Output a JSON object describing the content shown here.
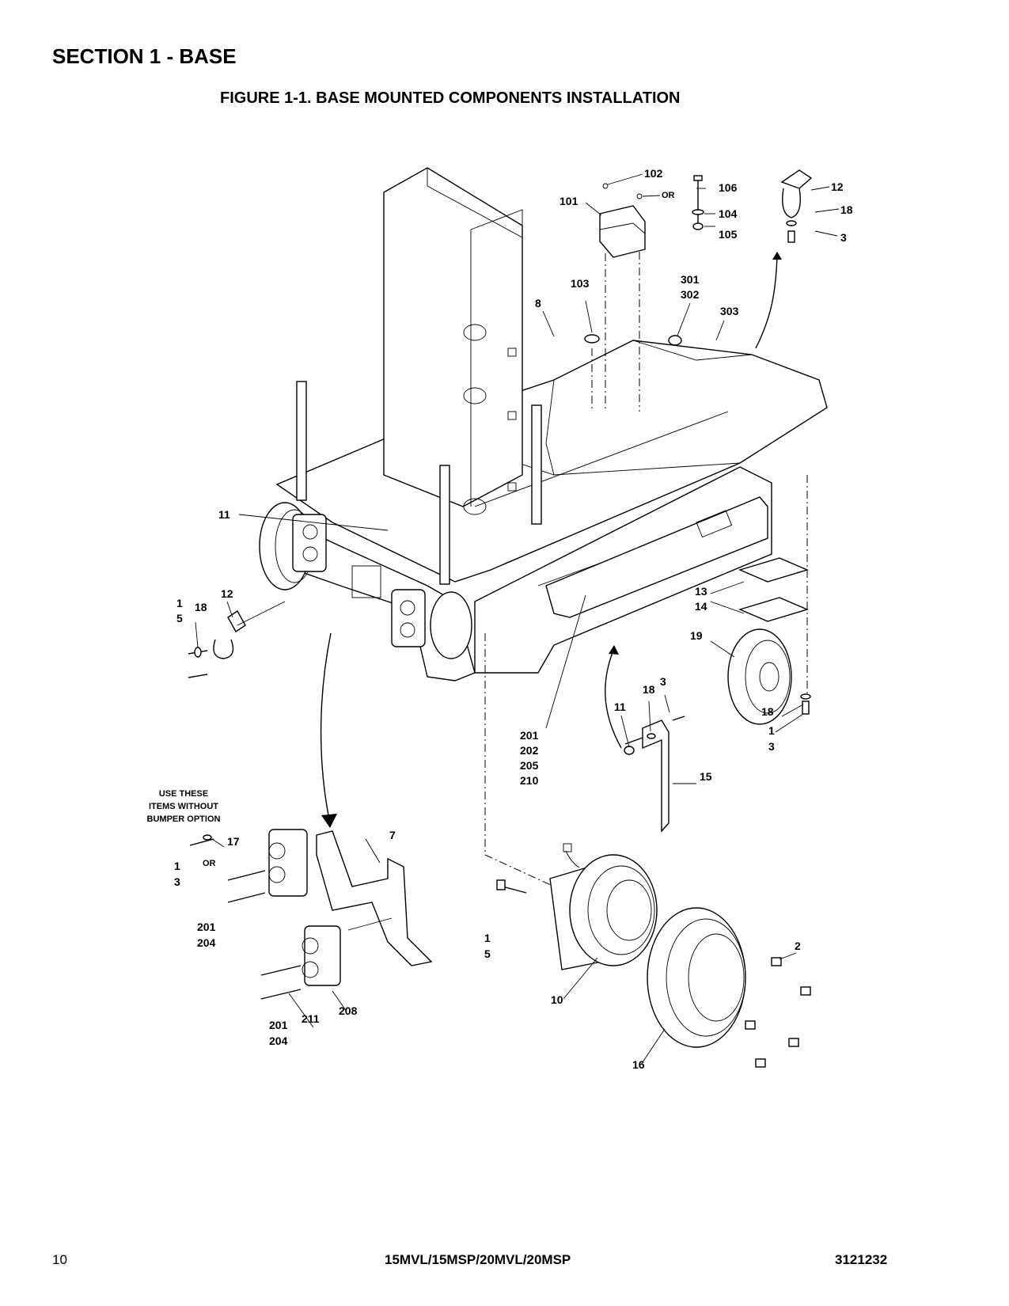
{
  "header": {
    "section_title": "SECTION 1 - BASE",
    "figure_title": "FIGURE 1-1. BASE MOUNTED COMPONENTS INSTALLATION"
  },
  "callouts": {
    "c102": "102",
    "c101": "101",
    "c106": "106",
    "c104": "104",
    "c105": "105",
    "c12a": "12",
    "c18a": "18",
    "c3a": "3",
    "c103": "103",
    "c8": "8",
    "c301": "301",
    "c302": "302",
    "c303": "303",
    "c11a": "11",
    "c1a": "1",
    "c5a": "5",
    "c18b": "18",
    "c12b": "12",
    "c13": "13",
    "c14": "14",
    "c19": "19",
    "c18c": "18",
    "c3b": "3",
    "c11b": "11",
    "c18d": "18",
    "c1b": "1",
    "c3c": "3",
    "c201a": "201",
    "c202": "202",
    "c205": "205",
    "c210": "210",
    "c15": "15",
    "c17": "17",
    "c1c": "1",
    "c3d": "3",
    "c7": "7",
    "c201b": "201",
    "c204a": "204",
    "c201c": "201",
    "c204b": "204",
    "c211": "211",
    "c208": "208",
    "c1d": "1",
    "c5b": "5",
    "c10": "10",
    "c2": "2",
    "c16": "16"
  },
  "or_labels": {
    "or1": "OR",
    "or2": "OR"
  },
  "note": {
    "line1": "USE THESE",
    "line2": "ITEMS WITHOUT",
    "line3": "BUMPER OPTION"
  },
  "footer": {
    "page_number": "10",
    "model": "15MVL/15MSP/20MVL/20MSP",
    "doc_number": "3121232"
  }
}
